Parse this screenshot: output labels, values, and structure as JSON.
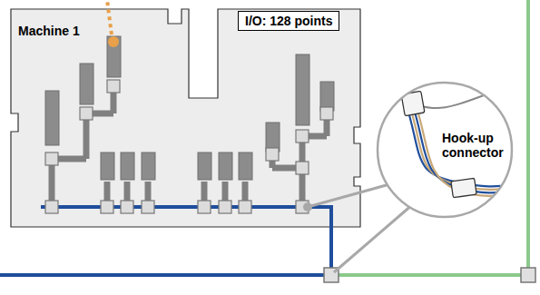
{
  "diagram": {
    "nodes": [
      {
        "text": [
          "Machine 1"
        ]
      },
      {
        "text": [
          "I/O: 128 points"
        ],
        "in": 0
      },
      {
        "text": [
          "Hook-up connector"
        ]
      }
    ]
  }
}
